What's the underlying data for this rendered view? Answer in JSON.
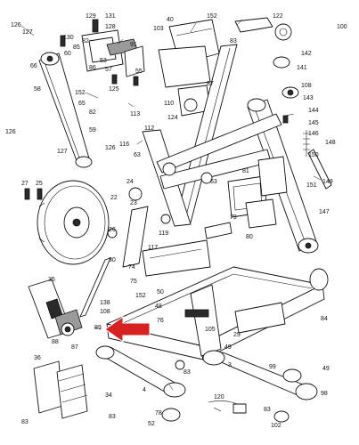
{
  "labels": [
    {
      "text": "126"
    },
    {
      "text": "127"
    },
    {
      "text": "130"
    },
    {
      "text": "129"
    },
    {
      "text": "131"
    },
    {
      "text": "128"
    },
    {
      "text": "82"
    },
    {
      "text": "91"
    },
    {
      "text": "103"
    },
    {
      "text": "40"
    },
    {
      "text": "152"
    },
    {
      "text": "122"
    },
    {
      "text": "100"
    },
    {
      "text": "66"
    },
    {
      "text": "60"
    },
    {
      "text": "85"
    },
    {
      "text": "83"
    },
    {
      "text": "142"
    },
    {
      "text": "53"
    },
    {
      "text": "86"
    },
    {
      "text": "57"
    },
    {
      "text": "55"
    },
    {
      "text": "141"
    },
    {
      "text": "58"
    },
    {
      "text": "152"
    },
    {
      "text": "125"
    },
    {
      "text": "87"
    },
    {
      "text": "110"
    },
    {
      "text": "108"
    },
    {
      "text": "65"
    },
    {
      "text": "143"
    },
    {
      "text": "82"
    },
    {
      "text": "113"
    },
    {
      "text": "124"
    },
    {
      "text": "144"
    },
    {
      "text": "126"
    },
    {
      "text": "59"
    },
    {
      "text": "145"
    },
    {
      "text": "146"
    },
    {
      "text": "148"
    },
    {
      "text": "112"
    },
    {
      "text": "116"
    },
    {
      "text": "126"
    },
    {
      "text": "127"
    },
    {
      "text": "63"
    },
    {
      "text": "150"
    },
    {
      "text": "27"
    },
    {
      "text": "25"
    },
    {
      "text": "22"
    },
    {
      "text": "24"
    },
    {
      "text": "63"
    },
    {
      "text": "81"
    },
    {
      "text": "151"
    },
    {
      "text": "149"
    },
    {
      "text": "23"
    },
    {
      "text": "26"
    },
    {
      "text": "119"
    },
    {
      "text": "79"
    },
    {
      "text": "80"
    },
    {
      "text": "147"
    },
    {
      "text": "30"
    },
    {
      "text": "117"
    },
    {
      "text": "35"
    },
    {
      "text": "74"
    },
    {
      "text": "75"
    },
    {
      "text": "152"
    },
    {
      "text": "50"
    },
    {
      "text": "48"
    },
    {
      "text": "138"
    },
    {
      "text": "108"
    },
    {
      "text": "89"
    },
    {
      "text": "76"
    },
    {
      "text": "84"
    },
    {
      "text": "105"
    },
    {
      "text": "29"
    },
    {
      "text": "49"
    },
    {
      "text": "88"
    },
    {
      "text": "87"
    },
    {
      "text": "36"
    },
    {
      "text": "4"
    },
    {
      "text": "3"
    },
    {
      "text": "99"
    },
    {
      "text": "49"
    },
    {
      "text": "34"
    },
    {
      "text": "83"
    },
    {
      "text": "98"
    },
    {
      "text": "120"
    },
    {
      "text": "78"
    },
    {
      "text": "83"
    },
    {
      "text": "83"
    },
    {
      "text": "83"
    },
    {
      "text": "52"
    },
    {
      "text": "102"
    }
  ],
  "callout": {
    "color": "#d62222"
  }
}
